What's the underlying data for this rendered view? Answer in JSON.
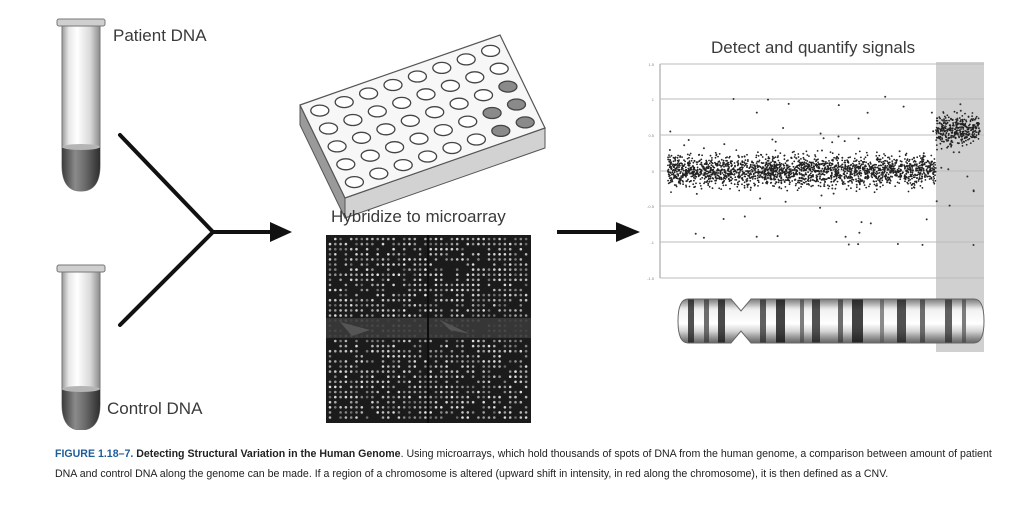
{
  "labels": {
    "patient_dna": "Patient DNA",
    "control_dna": "Control DNA",
    "hybridize": "Hybridize to microarray",
    "detect": "Detect and quantify signals"
  },
  "plot": {
    "y_ticks": [
      "1.5",
      "1",
      "0.5",
      "0",
      "-0.5",
      "-1",
      "-1.5"
    ]
  },
  "caption": {
    "figure_number": "FIGURE 1.18–7.",
    "title": "Detecting Structural Variation in the Human Genome",
    "text": ". Using microarrays, which hold thousands of spots of DNA from the human genome, a comparison between amount of patient DNA and control DNA along the genome can be made. If a region of a chromosome is altered (upward shift in intensity, in red along the chromosome), it is then defined as a CNV."
  },
  "colors": {
    "caption_number": "#1d5c9a",
    "highlight": "#d0d0d0",
    "filled_well": "#8a8a8a"
  }
}
